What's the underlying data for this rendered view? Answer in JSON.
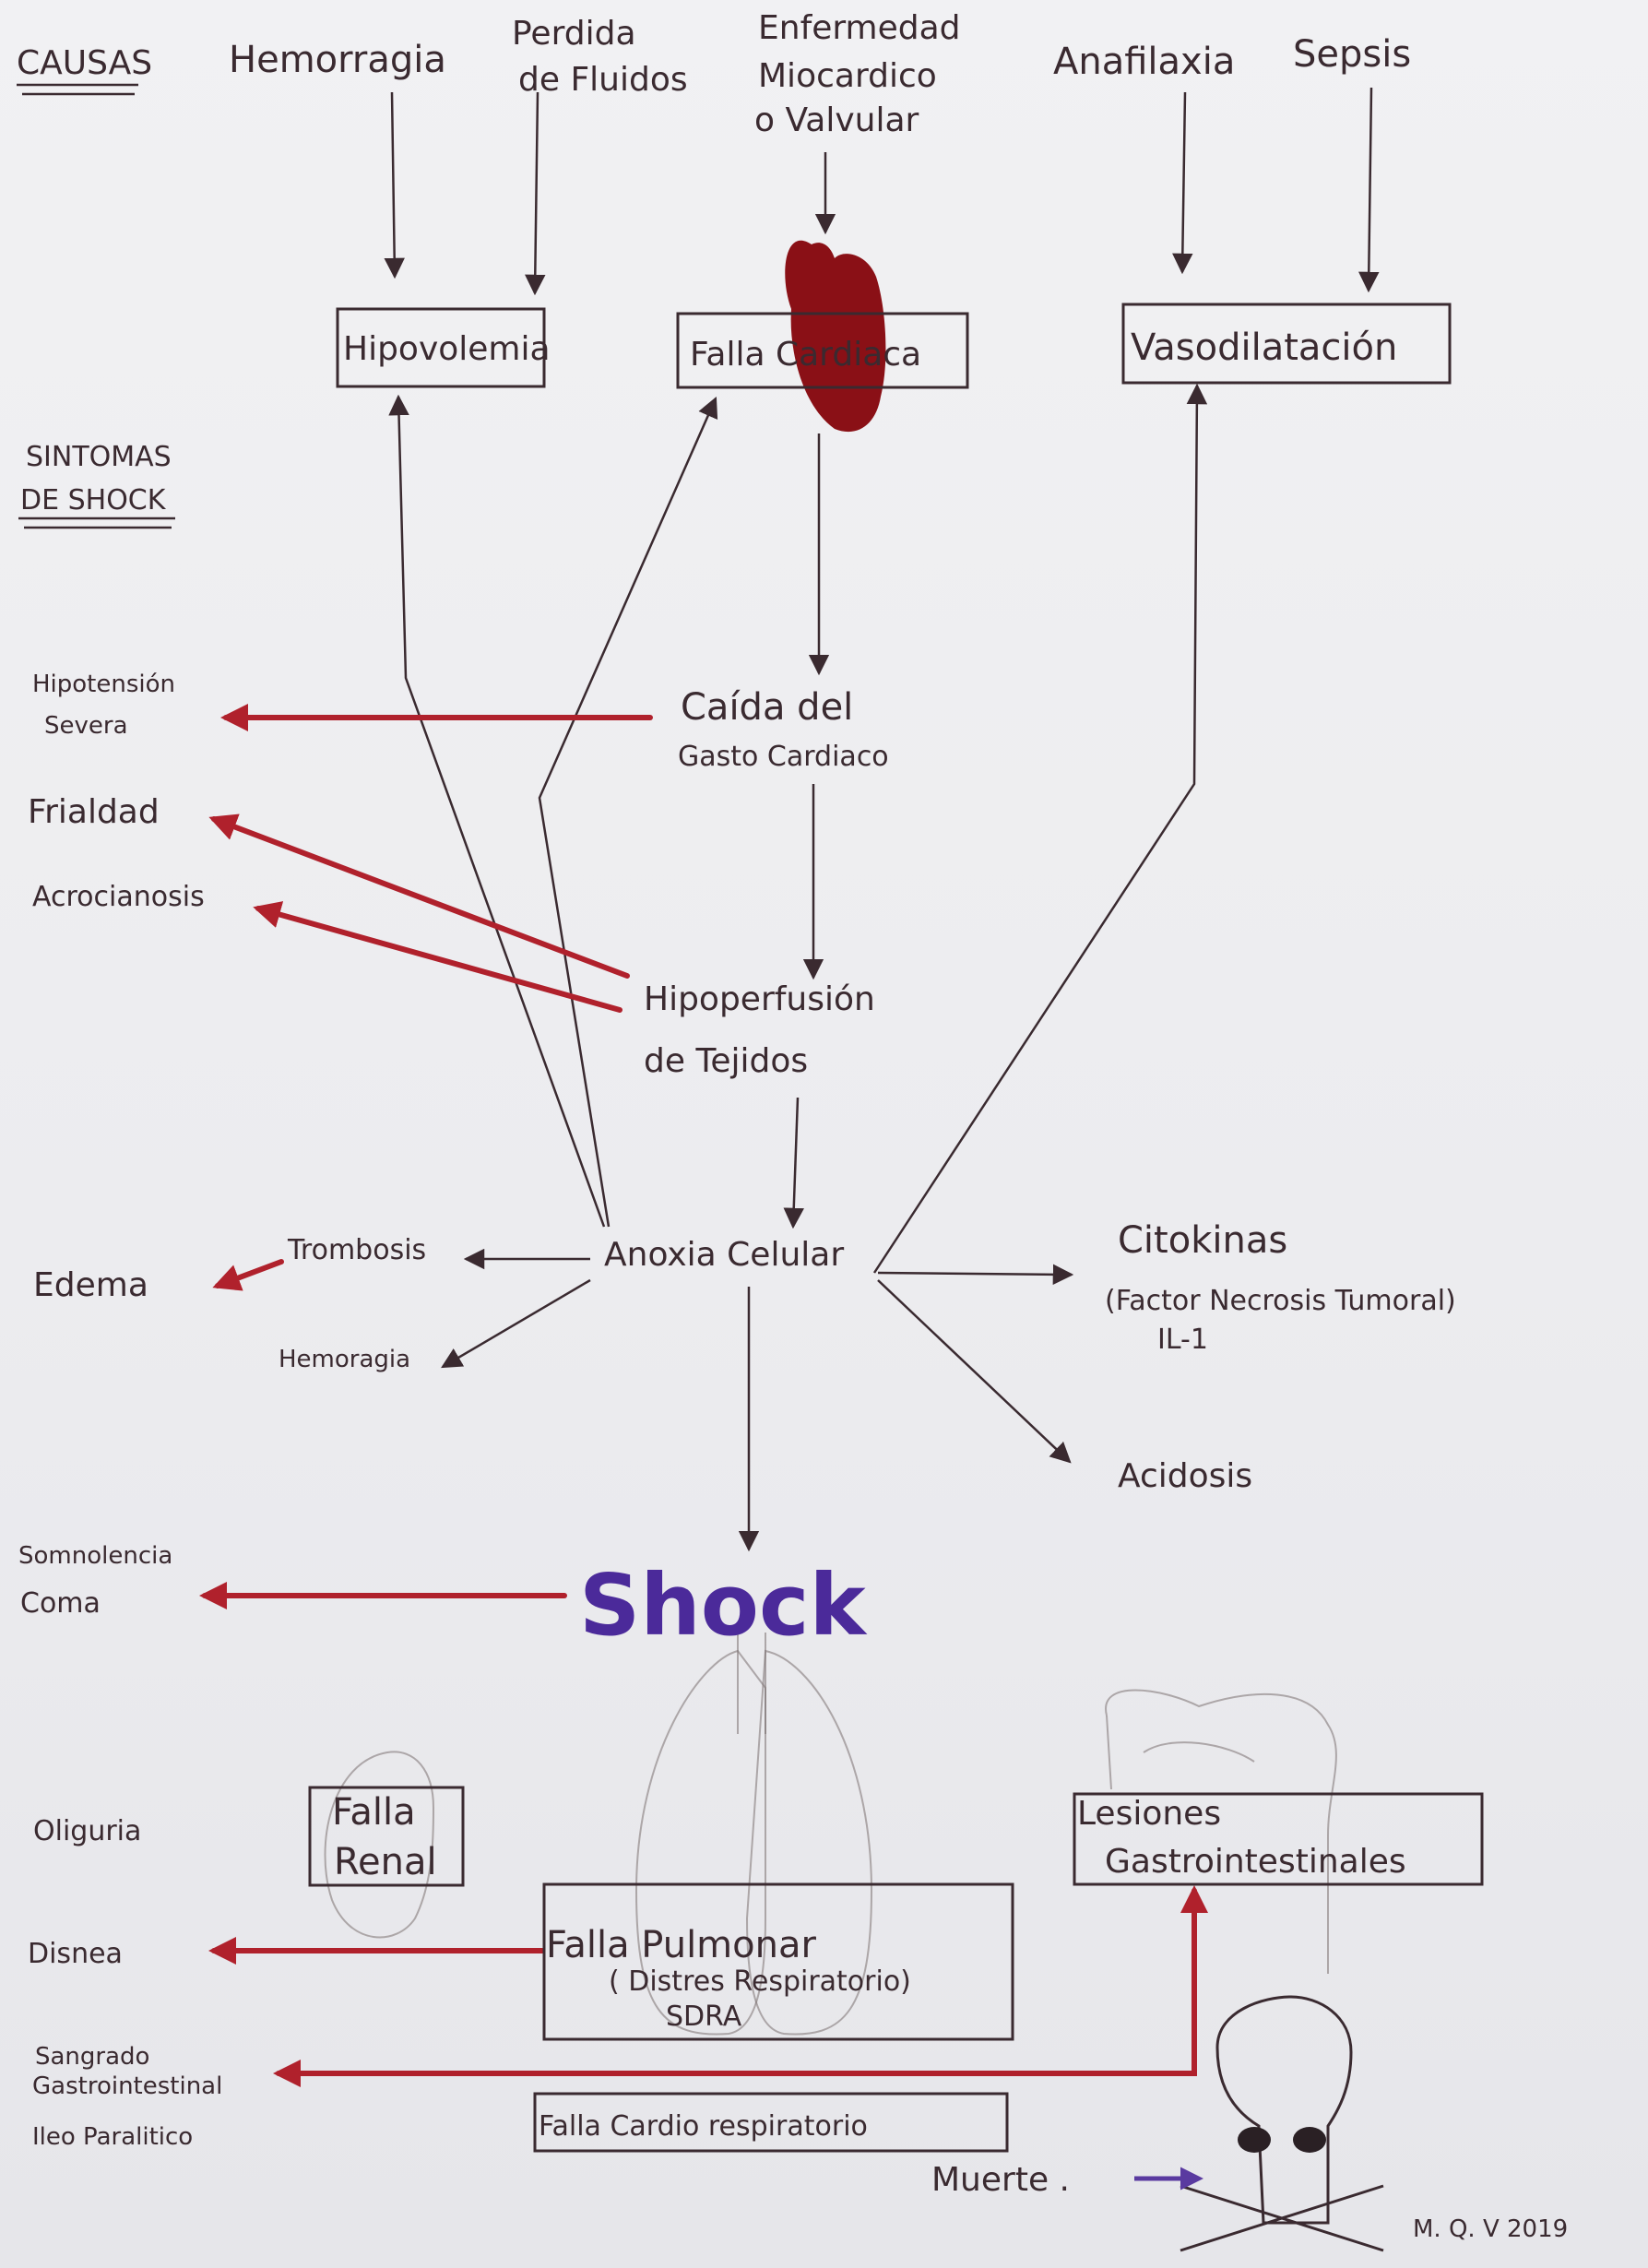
{
  "headings": {
    "causas": "CAUSAS",
    "sintomas_l1": "SINTOMAS",
    "sintomas_l2": "DE SHOCK"
  },
  "causes": {
    "hemorragia": "Hemorragia",
    "perdida_l1": "Perdida",
    "perdida_l2": "de Fluidos",
    "enfermedad_l1": "Enfermedad",
    "enfermedad_l2": "Miocardico",
    "enfermedad_l3": "o Valvular",
    "anafilaxia": "Anafilaxia",
    "sepsis": "Sepsis"
  },
  "boxes": {
    "hipovolemia": "Hipovolemia",
    "falla_cardiaca": "Falla Cardiaca",
    "vasodilatacion": "Vasodilatación",
    "falla_renal_l1": "Falla",
    "falla_renal_l2": "Renal",
    "falla_pulmonar_l1": "Falla Pulmonar",
    "falla_pulmonar_l2": "( Distres Respiratorio)",
    "falla_pulmonar_l3": "SDRA",
    "lesiones_l1": "Lesiones",
    "lesiones_l2": "Gastrointestinales",
    "falla_cardio": "Falla Cardio respiratorio"
  },
  "flow": {
    "caida_l1": "Caída del",
    "caida_l2": "Gasto Cardiaco",
    "hipoperfusion_l1": "Hipoperfusión",
    "hipoperfusion_l2": "de Tejidos",
    "anoxia": "Anoxia Celular",
    "trombosis": "Trombosis",
    "hemorragia": "Hemoragia",
    "citokinas": "Citokinas",
    "factor": "(Factor Necrosis Tumoral)",
    "il1": "IL-1",
    "acidosis": "Acidosis",
    "shock": "Shock",
    "muerte": "Muerte ."
  },
  "symptoms": {
    "hipotension_l1": "Hipotensión",
    "hipotension_l2": "Severa",
    "frialdad": "Frialdad",
    "acrocianosis": "Acrocianosis",
    "edema": "Edema",
    "somnolencia": "Somnolencia",
    "coma": "Coma",
    "oliguria": "Oliguria",
    "disnea": "Disnea",
    "sangrado_l1": "Sangrado",
    "sangrado_l2": "Gastrointestinal",
    "ileo": "Ileo Paralitico"
  },
  "signature": "M. Q. V 2019",
  "colors": {
    "ink": "#3a2a30",
    "symptom_arrow": "#b0212c",
    "shock": "#4b2a9a",
    "heart": "#8a1016",
    "muerte_arrow": "#5a3aa0"
  }
}
